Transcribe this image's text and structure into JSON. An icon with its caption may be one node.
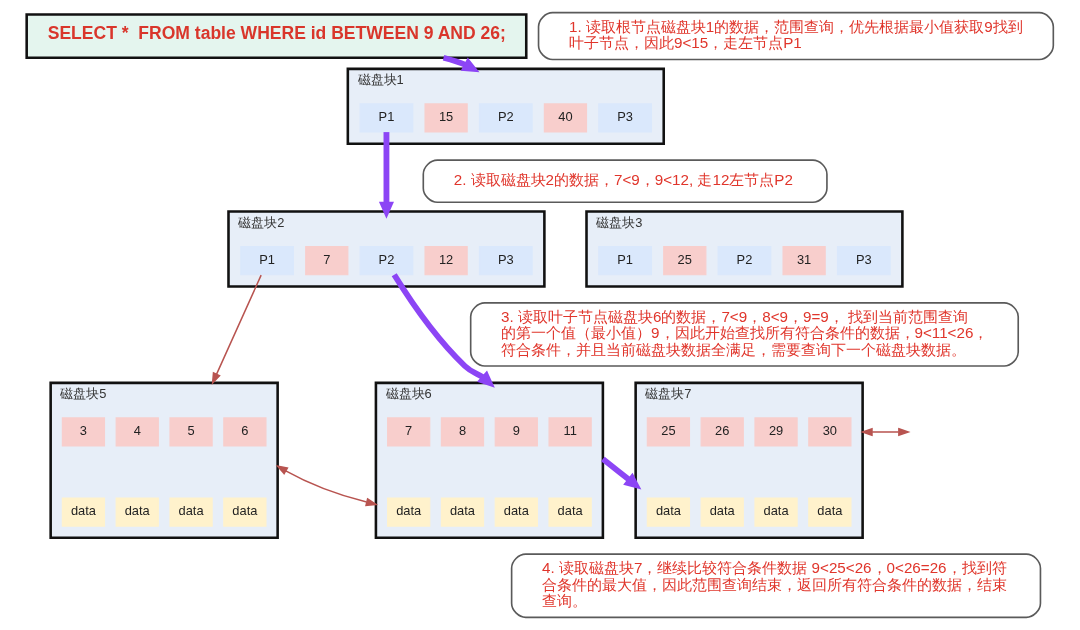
{
  "diagram": {
    "nodes": [
      {
        "text": [
          "SELECT *  FROM table WHERE id BETWEEN 9 AND 26;"
        ]
      },
      {
        "text": [
          "1. 读取根节点磁盘块1的数据，范围查询，优先根据最小值获取9找到叶子节点，因此9<15，走左节点P1"
        ]
      },
      {
        "text": [
          "磁盘块1"
        ]
      },
      {
        "text": [
          "P1"
        ],
        "in": 2
      },
      {
        "text": [
          "15"
        ],
        "in": 2
      },
      {
        "text": [
          "P2"
        ],
        "in": 2
      },
      {
        "text": [
          "40"
        ],
        "in": 2
      },
      {
        "text": [
          "P3"
        ],
        "in": 2
      },
      {
        "text": [
          "2. 读取磁盘块2的数据，7<9，9<12, 走12左节点P2"
        ]
      },
      {
        "text": [
          "磁盘块2"
        ]
      },
      {
        "text": [
          "P1"
        ],
        "in": 9
      },
      {
        "text": [
          "7"
        ],
        "in": 9
      },
      {
        "text": [
          "P2"
        ],
        "in": 9
      },
      {
        "text": [
          "12"
        ],
        "in": 9
      },
      {
        "text": [
          "P3"
        ],
        "in": 9
      },
      {
        "text": [
          "磁盘块3"
        ]
      },
      {
        "text": [
          "P1"
        ],
        "in": 15
      },
      {
        "text": [
          "25"
        ],
        "in": 15
      },
      {
        "text": [
          "P2"
        ],
        "in": 15
      },
      {
        "text": [
          "31"
        ],
        "in": 15
      },
      {
        "text": [
          "P3"
        ],
        "in": 15
      },
      {
        "text": [
          "3. 读取叶子节点磁盘块6的数据，7<9，8<9，9=9， 找到当前范围查询的第一个值（最小值）9，因此开始查找所有符合条件的数据，9<11<26，符合条件，并且当前磁盘块数据全满足，需要查询下一个磁盘块数据。"
        ]
      },
      {
        "text": [
          "磁盘块5"
        ]
      },
      {
        "text": [
          "3"
        ],
        "in": 22
      },
      {
        "text": [
          "4"
        ],
        "in": 22
      },
      {
        "text": [
          "5"
        ],
        "in": 22
      },
      {
        "text": [
          "6"
        ],
        "in": 22
      },
      {
        "text": [
          "data"
        ],
        "in": 22
      },
      {
        "text": [
          "data"
        ],
        "in": 22
      },
      {
        "text": [
          "data"
        ],
        "in": 22
      },
      {
        "text": [
          "data"
        ],
        "in": 22
      },
      {
        "text": [
          "磁盘块6"
        ]
      },
      {
        "text": [
          "7"
        ],
        "in": 31
      },
      {
        "text": [
          "8"
        ],
        "in": 31
      },
      {
        "text": [
          "9"
        ],
        "in": 31
      },
      {
        "text": [
          "11"
        ],
        "in": 31
      },
      {
        "text": [
          "data"
        ],
        "in": 31
      },
      {
        "text": [
          "data"
        ],
        "in": 31
      },
      {
        "text": [
          "data"
        ],
        "in": 31
      },
      {
        "text": [
          "data"
        ],
        "in": 31
      },
      {
        "text": [
          "磁盘块7"
        ]
      },
      {
        "text": [
          "25"
        ],
        "in": 40
      },
      {
        "text": [
          "26"
        ],
        "in": 40
      },
      {
        "text": [
          "29"
        ],
        "in": 40
      },
      {
        "text": [
          "30"
        ],
        "in": 40
      },
      {
        "text": [
          "data"
        ],
        "in": 40
      },
      {
        "text": [
          "data"
        ],
        "in": 40
      },
      {
        "text": [
          "data"
        ],
        "in": 40
      },
      {
        "text": [
          "data"
        ],
        "in": 40
      },
      {
        "text": [
          "4. 读取磁盘块7，继续比较符合条件数据 9<25<26，0<26=26，找到符合条件的最大值，因此范围查询结束，返回所有符合条件的数据，结束查询。"
        ]
      }
    ],
    "edges": [
      {
        "from": 0,
        "to": 2,
        "arrow": "to"
      },
      {
        "from": 3,
        "to": 9,
        "arrow": "to"
      },
      {
        "from": 10,
        "to": 22,
        "arrow": "to",
        "color": "#b85450"
      },
      {
        "from": 12,
        "to": 31,
        "arrow": "to"
      },
      {
        "from": 22,
        "to": 31,
        "arrow": "both",
        "color": "#b85450"
      },
      {
        "from": 31,
        "to": 40,
        "arrow": "to"
      },
      {
        "from": 40,
        "to": null,
        "arrow": "both",
        "color": "#b85450"
      }
    ]
  }
}
